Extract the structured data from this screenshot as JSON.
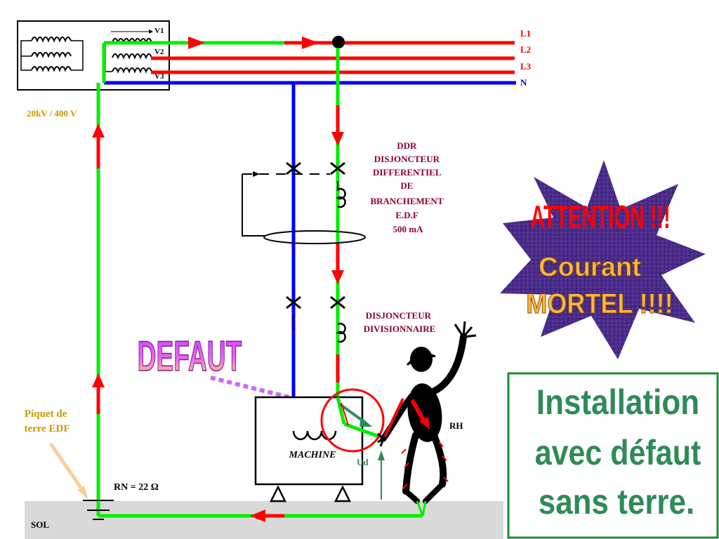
{
  "transformer": {
    "rating": "20kV / 400 V",
    "windings": [
      "V1",
      "V2",
      "V3"
    ]
  },
  "lines": {
    "l1": "L1",
    "l2": "L2",
    "l3": "L3",
    "n": "N"
  },
  "ddr_label": [
    "DDR",
    "DISJONCTEUR",
    "DIFFERENTIEL",
    "DE",
    "BRANCHEMENT",
    "E.D.F",
    "500 mA"
  ],
  "divisionnaire_label": [
    "DISJONCTEUR",
    "DIVISIONNAIRE"
  ],
  "defaut": "DEFAUT",
  "attention": "ATTENTION  !!!",
  "courant": "Courant",
  "mortel": "MORTEL !!!!",
  "piquet_label": [
    "Piquet  de",
    "terre EDF"
  ],
  "rn_label": "RN = 22 Ω",
  "sol_label": "SOL",
  "machine_label": "MACHINE",
  "rh_label": "RH",
  "ud_label": "Ud",
  "caption": [
    "Installation",
    "avec  défaut",
    "sans  terre."
  ],
  "colors": {
    "phase": "#ff0000",
    "neutral": "#0000ff",
    "earth_path": "#00ee00",
    "label_gold": "#cc9900",
    "label_maroon": "#8b0038",
    "caption": "#2e8b57",
    "star": "#4b2a86",
    "soil": "#d9d9d9"
  }
}
